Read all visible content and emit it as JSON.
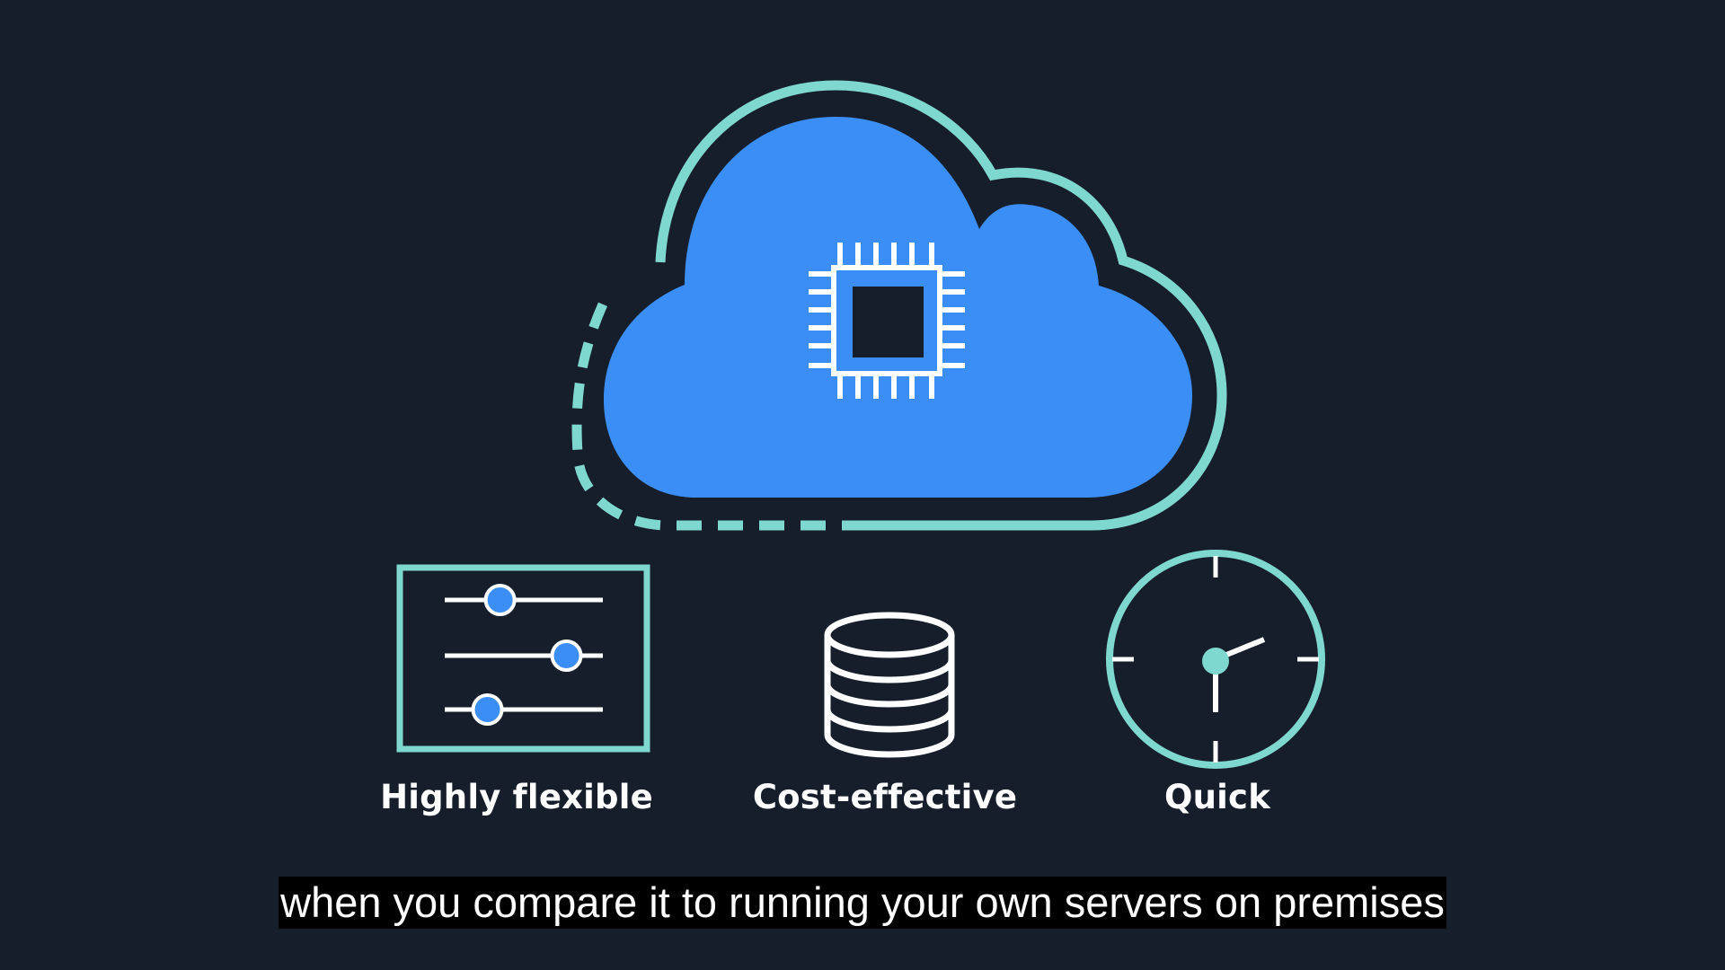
{
  "features": {
    "flexible_label": "Highly flexible",
    "cost_label": "Cost-effective",
    "quick_label": "Quick"
  },
  "caption": {
    "text": "when you compare it to running your own servers on premises"
  },
  "icons": {
    "cloud": "cloud-icon",
    "chip": "chip-icon",
    "sliders": "sliders-icon",
    "database": "database-icon",
    "clock": "clock-icon"
  },
  "colors": {
    "background": "#161e2b",
    "cloud_fill": "#3b8ef5",
    "teal": "#7fd8cf",
    "white": "#ffffff",
    "caption_bg": "#000000"
  },
  "sliders": [
    {
      "level": 0.35
    },
    {
      "level": 0.77
    },
    {
      "level": 0.27
    }
  ]
}
